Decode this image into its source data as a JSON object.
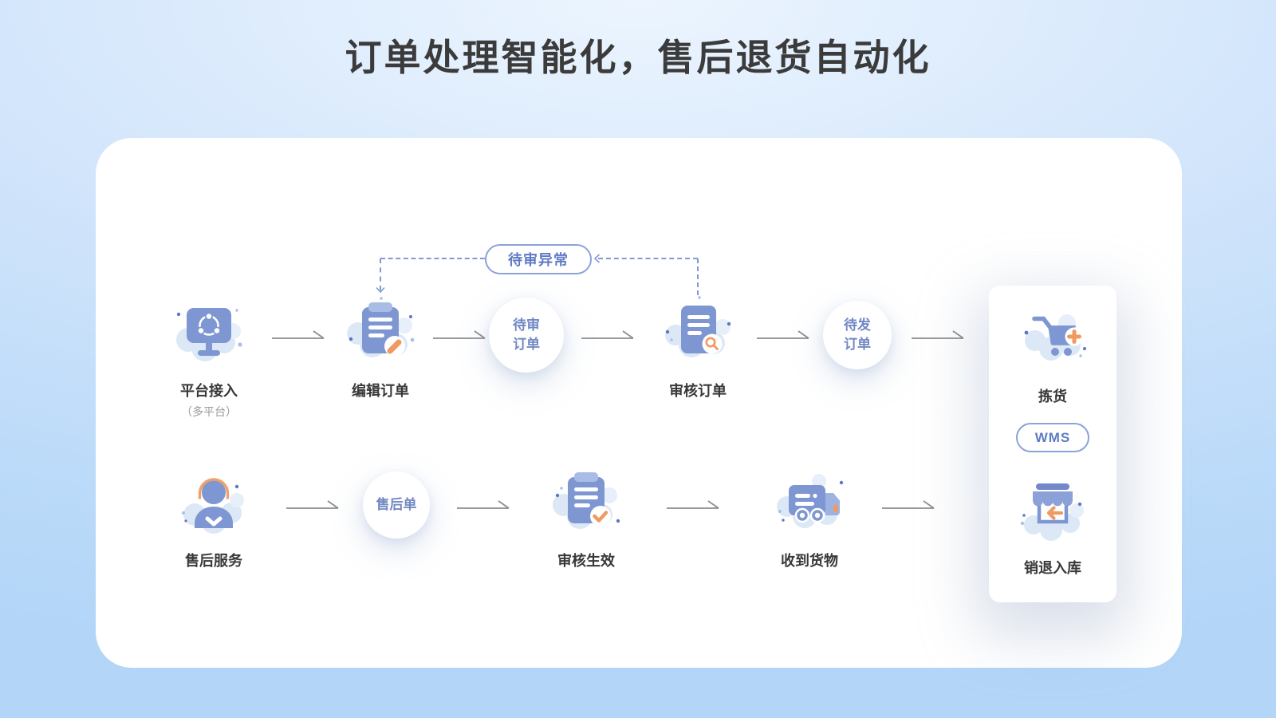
{
  "title": "订单处理智能化，售后退货自动化",
  "colors": {
    "background_top": "#ECF5FE",
    "background_bottom": "#B2D5F8",
    "card": "#FFFFFF",
    "icon_blue": "#7E96D2",
    "icon_blue_light": "#A9BCE5",
    "cloud_blue": "#DCE8F6",
    "accent_orange": "#F09A63",
    "status_text_blue": "#7288C4",
    "pill_border_blue": "#8BA3D8",
    "dashed_line_blue": "#8299D4",
    "arrow_gray": "#8C8C8C",
    "label_dark": "#383838"
  },
  "flow": {
    "exception_tag": "待审异常",
    "top_row": {
      "platform": {
        "label": "平台接入",
        "sublabel": "（多平台）"
      },
      "edit_order": {
        "label": "编辑订单"
      },
      "pending_review": {
        "line1": "待审",
        "line2": "订单"
      },
      "review_order": {
        "label": "审核订单"
      },
      "pending_ship": {
        "line1": "待发",
        "line2": "订单"
      }
    },
    "bottom_row": {
      "after_sales": {
        "label": "售后服务"
      },
      "after_sales_order": {
        "label": "售后单"
      },
      "review_effective": {
        "label": "审核生效"
      },
      "receive_goods": {
        "label": "收到货物"
      }
    },
    "wms_panel": {
      "picking": {
        "label": "拣货"
      },
      "wms": {
        "label": "WMS"
      },
      "return_inbound": {
        "label": "销退入库"
      }
    }
  }
}
